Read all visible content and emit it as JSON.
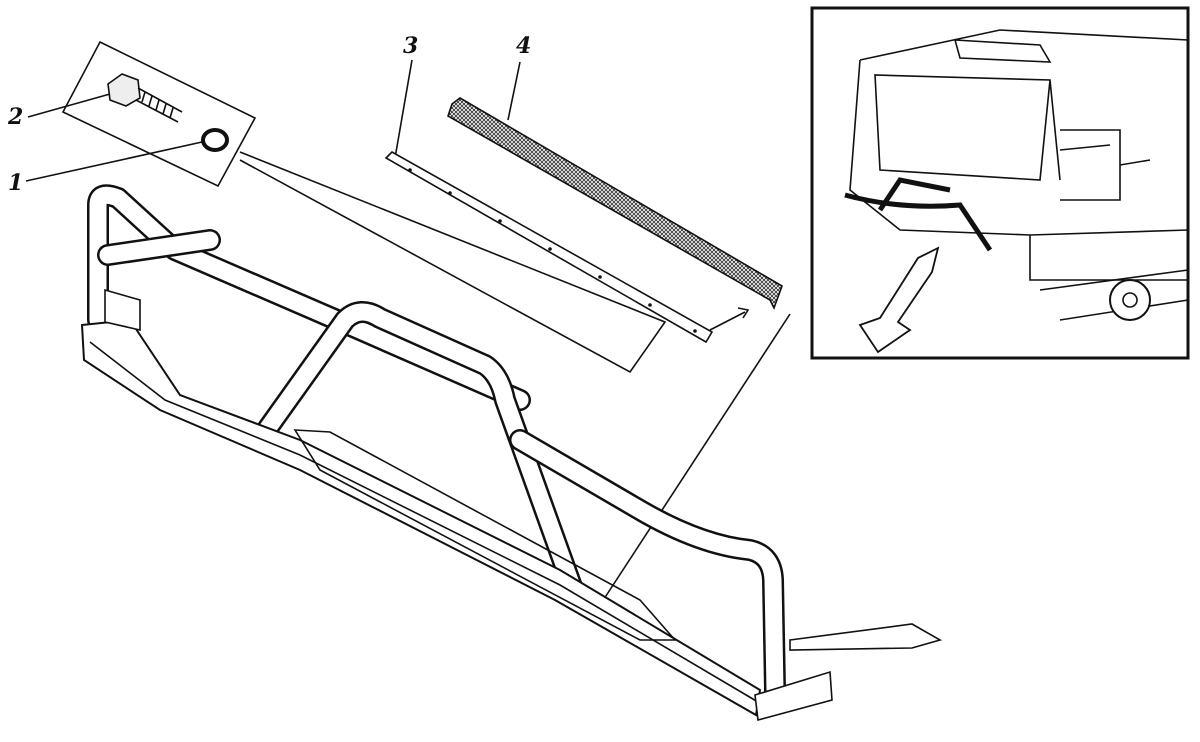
{
  "callouts": [
    {
      "number": "1",
      "part": "washer"
    },
    {
      "number": "2",
      "part": "bolt"
    },
    {
      "number": "3",
      "part": "mounting-strip"
    },
    {
      "number": "4",
      "part": "mesh-strip"
    }
  ]
}
